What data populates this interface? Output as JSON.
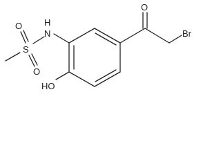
{
  "molecule": {
    "atoms": {
      "sulfur": "S",
      "oxygen_sulfonyl_top": "O",
      "oxygen_sulfonyl_bottom": "O",
      "nitrogen_hydrogen": "H",
      "nitrogen": "N",
      "hydroxyl": "HO",
      "oxygen_carbonyl": "O",
      "bromine": "Br"
    }
  },
  "colors": {
    "ink": "#222222",
    "background": "#ffffff"
  }
}
